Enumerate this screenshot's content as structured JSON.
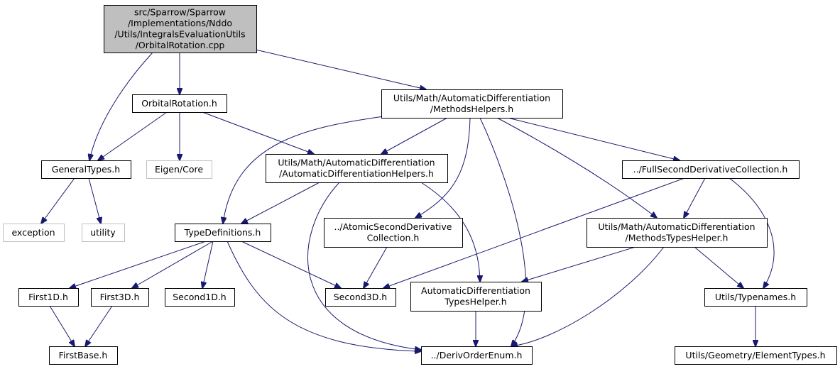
{
  "colors": {
    "edge": "#191970",
    "node_border": "#000000",
    "external_border": "#bfbfbf",
    "root_fill": "#bfbfbf",
    "node_fill": "#ffffff",
    "text": "#000000"
  },
  "nodes": [
    {
      "id": "root",
      "kind": "root",
      "interactable": false,
      "lines": [
        "src/Sparrow/Sparrow",
        "/Implementations/Nddo",
        "/Utils/IntegralsEvaluationUtils",
        "/OrbitalRotation.cpp"
      ]
    },
    {
      "id": "orbitalrotation-h",
      "kind": "file",
      "interactable": true,
      "lines": [
        "OrbitalRotation.h"
      ]
    },
    {
      "id": "methodshelpers-h",
      "kind": "file",
      "interactable": true,
      "lines": [
        "Utils/Math/AutomaticDifferentiation",
        "/MethodsHelpers.h"
      ]
    },
    {
      "id": "generaltypes-h",
      "kind": "file",
      "interactable": true,
      "lines": [
        "GeneralTypes.h"
      ]
    },
    {
      "id": "eigen-core",
      "kind": "external",
      "interactable": false,
      "lines": [
        "Eigen/Core"
      ]
    },
    {
      "id": "autodiffhelpers-h",
      "kind": "file",
      "interactable": true,
      "lines": [
        "Utils/Math/AutomaticDifferentiation",
        "/AutomaticDifferentiationHelpers.h"
      ]
    },
    {
      "id": "fullsecondderivativecollection-h",
      "kind": "file",
      "interactable": true,
      "lines": [
        "../FullSecondDerivativeCollection.h"
      ]
    },
    {
      "id": "exception",
      "kind": "external",
      "interactable": false,
      "lines": [
        "exception"
      ]
    },
    {
      "id": "utility",
      "kind": "external",
      "interactable": false,
      "lines": [
        "utility"
      ]
    },
    {
      "id": "typedefinitions-h",
      "kind": "file",
      "interactable": true,
      "lines": [
        "TypeDefinitions.h"
      ]
    },
    {
      "id": "atomicsecondderivativecollection-h",
      "kind": "file",
      "interactable": true,
      "lines": [
        "../AtomicSecondDerivative",
        "Collection.h"
      ]
    },
    {
      "id": "methodstypeshelper-h",
      "kind": "file",
      "interactable": true,
      "lines": [
        "Utils/Math/AutomaticDifferentiation",
        "/MethodsTypesHelper.h"
      ]
    },
    {
      "id": "first1d-h",
      "kind": "file",
      "interactable": true,
      "lines": [
        "First1D.h"
      ]
    },
    {
      "id": "first3d-h",
      "kind": "file",
      "interactable": true,
      "lines": [
        "First3D.h"
      ]
    },
    {
      "id": "second1d-h",
      "kind": "file",
      "interactable": true,
      "lines": [
        "Second1D.h"
      ]
    },
    {
      "id": "second3d-h",
      "kind": "file",
      "interactable": true,
      "lines": [
        "Second3D.h"
      ]
    },
    {
      "id": "autodifftypeshelper-h",
      "kind": "file",
      "interactable": true,
      "lines": [
        "AutomaticDifferentiation",
        "TypesHelper.h"
      ]
    },
    {
      "id": "typenames-h",
      "kind": "file",
      "interactable": true,
      "lines": [
        "Utils/Typenames.h"
      ]
    },
    {
      "id": "firstbase-h",
      "kind": "file",
      "interactable": true,
      "lines": [
        "FirstBase.h"
      ]
    },
    {
      "id": "derivorderenum-h",
      "kind": "file",
      "interactable": true,
      "lines": [
        "../DerivOrderEnum.h"
      ]
    },
    {
      "id": "elementtypes-h",
      "kind": "file",
      "interactable": true,
      "lines": [
        "Utils/Geometry/ElementTypes.h"
      ]
    }
  ],
  "edges": [
    {
      "from": "root",
      "to": "orbitalrotation-h"
    },
    {
      "from": "root",
      "to": "generaltypes-h"
    },
    {
      "from": "root",
      "to": "methodshelpers-h"
    },
    {
      "from": "orbitalrotation-h",
      "to": "generaltypes-h"
    },
    {
      "from": "orbitalrotation-h",
      "to": "eigen-core"
    },
    {
      "from": "orbitalrotation-h",
      "to": "autodiffhelpers-h"
    },
    {
      "from": "generaltypes-h",
      "to": "exception"
    },
    {
      "from": "generaltypes-h",
      "to": "utility"
    },
    {
      "from": "methodshelpers-h",
      "to": "typedefinitions-h"
    },
    {
      "from": "methodshelpers-h",
      "to": "autodiffhelpers-h"
    },
    {
      "from": "methodshelpers-h",
      "to": "atomicsecondderivativecollection-h"
    },
    {
      "from": "methodshelpers-h",
      "to": "derivorderenum-h"
    },
    {
      "from": "methodshelpers-h",
      "to": "methodstypeshelper-h"
    },
    {
      "from": "methodshelpers-h",
      "to": "fullsecondderivativecollection-h"
    },
    {
      "from": "autodiffhelpers-h",
      "to": "typedefinitions-h"
    },
    {
      "from": "autodiffhelpers-h",
      "to": "derivorderenum-h"
    },
    {
      "from": "autodiffhelpers-h",
      "to": "autodifftypeshelper-h"
    },
    {
      "from": "fullsecondderivativecollection-h",
      "to": "second3d-h"
    },
    {
      "from": "fullsecondderivativecollection-h",
      "to": "methodstypeshelper-h"
    },
    {
      "from": "fullsecondderivativecollection-h",
      "to": "typenames-h"
    },
    {
      "from": "typedefinitions-h",
      "to": "first1d-h"
    },
    {
      "from": "typedefinitions-h",
      "to": "first3d-h"
    },
    {
      "from": "typedefinitions-h",
      "to": "second1d-h"
    },
    {
      "from": "typedefinitions-h",
      "to": "second3d-h"
    },
    {
      "from": "typedefinitions-h",
      "to": "derivorderenum-h"
    },
    {
      "from": "atomicsecondderivativecollection-h",
      "to": "second3d-h"
    },
    {
      "from": "methodstypeshelper-h",
      "to": "autodifftypeshelper-h"
    },
    {
      "from": "methodstypeshelper-h",
      "to": "typenames-h"
    },
    {
      "from": "methodstypeshelper-h",
      "to": "derivorderenum-h"
    },
    {
      "from": "first1d-h",
      "to": "firstbase-h"
    },
    {
      "from": "first3d-h",
      "to": "firstbase-h"
    },
    {
      "from": "autodifftypeshelper-h",
      "to": "derivorderenum-h"
    },
    {
      "from": "typenames-h",
      "to": "elementtypes-h"
    }
  ]
}
